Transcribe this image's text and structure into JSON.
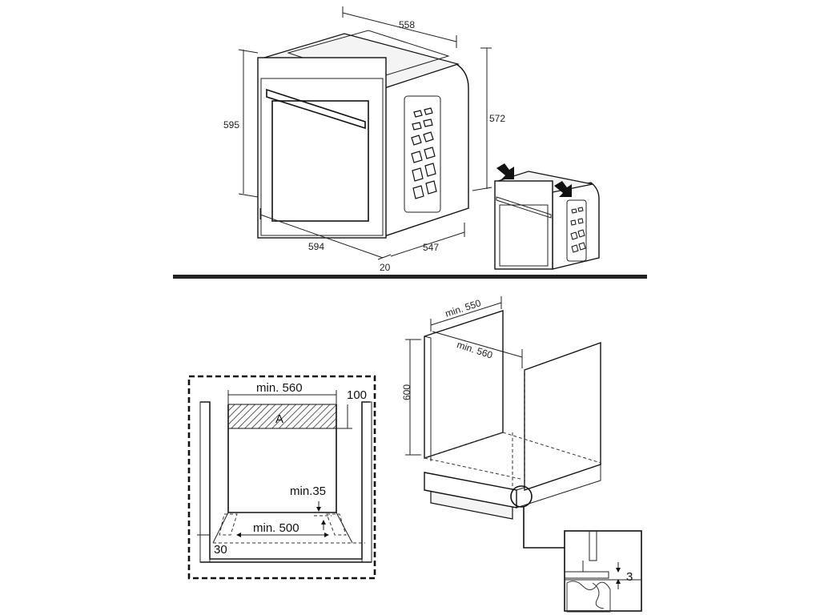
{
  "oven": {
    "dim_width_top": "558",
    "dim_height_left": "595",
    "dim_height_right": "572",
    "dim_width_bottom": "594",
    "dim_depth_bottom": "547",
    "dim_door": "20"
  },
  "installation_front": {
    "min_width": "min. 560",
    "dim_top": "100",
    "vent_label": "A",
    "min_gap": "min.35",
    "min_bottom": "min. 500",
    "dim_corner": "30"
  },
  "cabinet": {
    "min_depth": "min. 550",
    "min_width": "min. 560",
    "height": "600",
    "detail_gap": "3"
  }
}
